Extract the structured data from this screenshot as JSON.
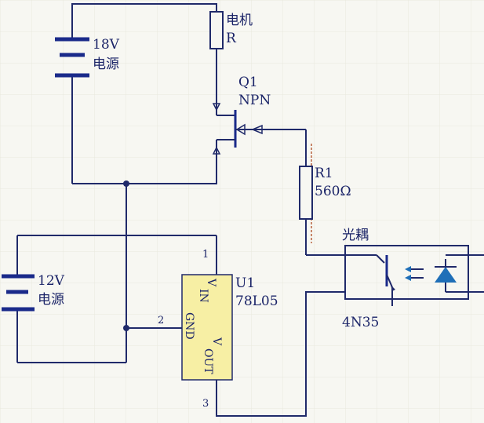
{
  "battery_18v": {
    "voltage": "18V",
    "label": "电源"
  },
  "battery_12v": {
    "voltage": "12V",
    "label": "电源"
  },
  "motor": {
    "name": "电机",
    "type": "R"
  },
  "transistor": {
    "ref": "Q1",
    "type": "NPN"
  },
  "resistor": {
    "ref": "R1",
    "value": "560Ω"
  },
  "regulator": {
    "ref": "U1",
    "part": "78L05",
    "pin_vin": "V",
    "pin_vin_sub": "IN",
    "pin_gnd": "GND",
    "pin_vout": "V",
    "pin_vout_sub": "OUT",
    "pin1": "1",
    "pin2": "2",
    "pin3": "3"
  },
  "optocoupler": {
    "label": "光耦",
    "part": "4N35"
  },
  "colors": {
    "wire": "#202a6a",
    "regulator_fill": "#f7efa4",
    "led": "#1f6fb8",
    "background": "#f7f7f2"
  }
}
